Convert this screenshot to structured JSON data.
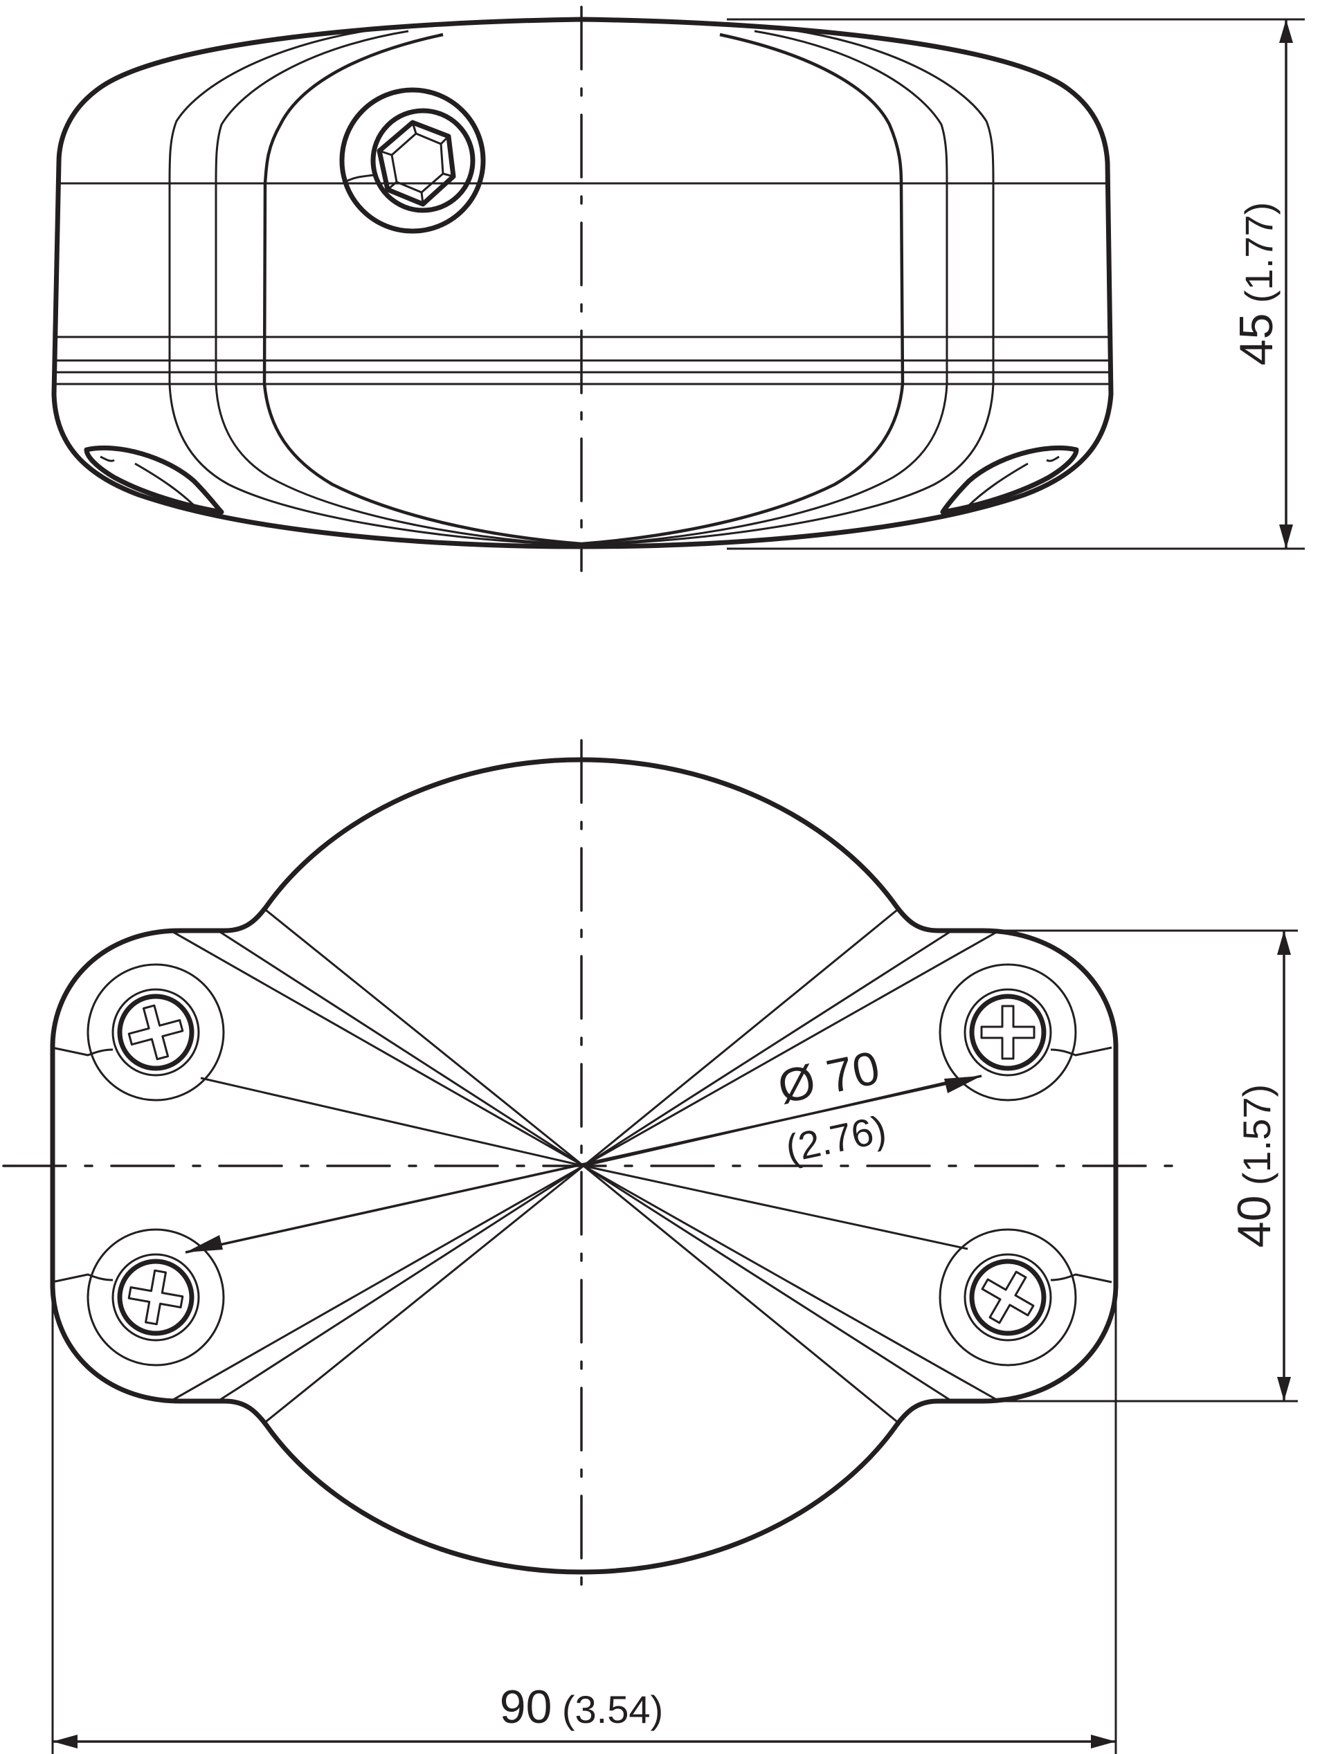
{
  "drawing": {
    "type": "technical dimension drawing",
    "units_primary": "mm",
    "units_secondary": "in",
    "line_color": "#231f20",
    "background": "#ffffff"
  },
  "views": {
    "top_view": {
      "label": "side/top view with hex socket screw",
      "height_dimension": {
        "value": "45",
        "inches": "(1.77)"
      }
    },
    "bottom_view": {
      "label": "mounting base view with four Phillips screws",
      "hole_circle_dimension": {
        "symbol": "Ø",
        "value": "70",
        "display": "Ø 70",
        "inches": "(2.76)"
      },
      "hole_spacing_dimension": {
        "value": "40",
        "inches": "(1.57)"
      },
      "width_dimension": {
        "value": "90",
        "inches": "(3.54)"
      }
    }
  },
  "icons": {
    "hex_socket_screw": "hex-socket-screw-icon",
    "phillips_screw": "phillips-screw-icon"
  }
}
